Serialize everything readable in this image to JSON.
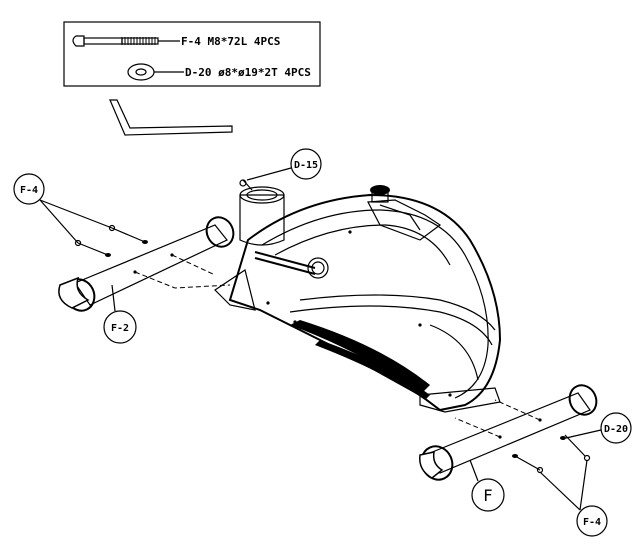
{
  "parts_list": {
    "items": [
      {
        "code_text": "F-4 M8*72L 4PCS",
        "icon": "carriage-bolt-icon"
      },
      {
        "code_text": "D-20 ø8*ø19*2T 4PCS",
        "icon": "washer-icon"
      }
    ]
  },
  "callouts": {
    "f4_top": "F-4",
    "f2": "F-2",
    "d15": "D-15",
    "f": "F",
    "d20": "D-20",
    "f4_bottom": "F-4"
  },
  "tools": {
    "allen_key_icon": "allen-key-icon"
  }
}
